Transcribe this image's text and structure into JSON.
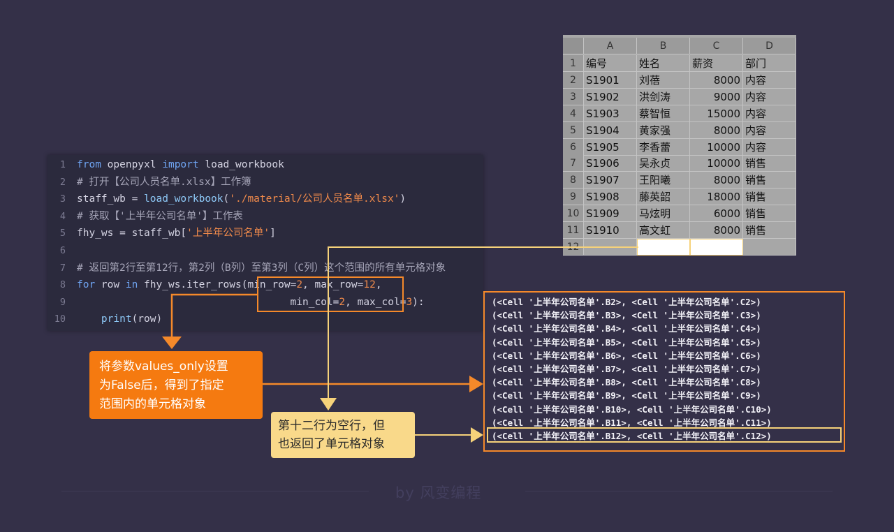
{
  "code": {
    "lines": [
      {
        "num": "1",
        "parts": [
          [
            "kw",
            "from"
          ],
          [
            "tx",
            " openpyxl "
          ],
          [
            "kw",
            "import"
          ],
          [
            "tx",
            " load_workbook"
          ]
        ]
      },
      {
        "num": "2",
        "parts": [
          [
            "cm",
            "# 打开【公司人员名单.xlsx】工作簿"
          ]
        ]
      },
      {
        "num": "3",
        "parts": [
          [
            "tx",
            "staff_wb = "
          ],
          [
            "fn",
            "load_workbook"
          ],
          [
            "tx",
            "("
          ],
          [
            "str",
            "'./material/公司人员名单.xlsx'"
          ],
          [
            "tx",
            ")"
          ]
        ]
      },
      {
        "num": "4",
        "parts": [
          [
            "cm",
            "# 获取【'上半年公司名单'】工作表"
          ]
        ]
      },
      {
        "num": "5",
        "parts": [
          [
            "tx",
            "fhy_ws = staff_wb["
          ],
          [
            "str",
            "'上半年公司名单'"
          ],
          [
            "tx",
            "]"
          ]
        ]
      },
      {
        "num": "6",
        "parts": []
      },
      {
        "num": "7",
        "parts": [
          [
            "cm",
            "# 返回第2行至第12行，第2列（B列）至第3列（C列）这个范围的所有单元格对象"
          ]
        ]
      },
      {
        "num": "8",
        "parts": [
          [
            "kw",
            "for"
          ],
          [
            "tx",
            " row "
          ],
          [
            "kw",
            "in"
          ],
          [
            "tx",
            " fhy_ws.iter_rows(min_row="
          ],
          [
            "num",
            "2"
          ],
          [
            "tx",
            ", max_row="
          ],
          [
            "num",
            "12"
          ],
          [
            "tx",
            ","
          ]
        ]
      },
      {
        "num": "9",
        "parts": [
          [
            "tx",
            "                                   min_col="
          ],
          [
            "num",
            "2"
          ],
          [
            "tx",
            ", max_col="
          ],
          [
            "num",
            "3"
          ],
          [
            "tx",
            "):"
          ]
        ]
      },
      {
        "num": "10",
        "parts": [
          [
            "tx",
            "    "
          ],
          [
            "fn",
            "print"
          ],
          [
            "tx",
            "(row)"
          ]
        ]
      }
    ]
  },
  "sheet": {
    "columns": [
      "A",
      "B",
      "C",
      "D"
    ],
    "rows": [
      {
        "n": "1",
        "a": "编号",
        "b": "姓名",
        "c": "薪资",
        "d": "部门"
      },
      {
        "n": "2",
        "a": "S1901",
        "b": "刘蓓",
        "c": "8000",
        "d": "内容"
      },
      {
        "n": "3",
        "a": "S1902",
        "b": "洪剑涛",
        "c": "9000",
        "d": "内容"
      },
      {
        "n": "4",
        "a": "S1903",
        "b": "蔡智恒",
        "c": "15000",
        "d": "内容"
      },
      {
        "n": "5",
        "a": "S1904",
        "b": "黄家强",
        "c": "8000",
        "d": "内容"
      },
      {
        "n": "6",
        "a": "S1905",
        "b": "李香蕾",
        "c": "10000",
        "d": "内容"
      },
      {
        "n": "7",
        "a": "S1906",
        "b": "吴永贞",
        "c": "10000",
        "d": "销售"
      },
      {
        "n": "8",
        "a": "S1907",
        "b": "王阳曦",
        "c": "8000",
        "d": "销售"
      },
      {
        "n": "9",
        "a": "S1908",
        "b": "藤英韶",
        "c": "18000",
        "d": "销售"
      },
      {
        "n": "10",
        "a": "S1909",
        "b": "马炫明",
        "c": "6000",
        "d": "销售"
      },
      {
        "n": "11",
        "a": "S1910",
        "b": "高文虹",
        "c": "8000",
        "d": "销售"
      },
      {
        "n": "12",
        "a": "",
        "b": "",
        "c": "",
        "d": ""
      }
    ]
  },
  "output": {
    "lines": [
      "(<Cell '上半年公司名单'.B2>, <Cell '上半年公司名单'.C2>)",
      "(<Cell '上半年公司名单'.B3>, <Cell '上半年公司名单'.C3>)",
      "(<Cell '上半年公司名单'.B4>, <Cell '上半年公司名单'.C4>)",
      "(<Cell '上半年公司名单'.B5>, <Cell '上半年公司名单'.C5>)",
      "(<Cell '上半年公司名单'.B6>, <Cell '上半年公司名单'.C6>)",
      "(<Cell '上半年公司名单'.B7>, <Cell '上半年公司名单'.C7>)",
      "(<Cell '上半年公司名单'.B8>, <Cell '上半年公司名单'.C8>)",
      "(<Cell '上半年公司名单'.B9>, <Cell '上半年公司名单'.C9>)",
      "(<Cell '上半年公司名单'.B10>, <Cell '上半年公司名单'.C10>)",
      "(<Cell '上半年公司名单'.B11>, <Cell '上半年公司名单'.C11>)",
      "(<Cell '上半年公司名单'.B12>, <Cell '上半年公司名单'.C12>)"
    ]
  },
  "callouts": {
    "orange": [
      "将参数values_only设置",
      "为False后，得到了指定",
      "范围内的单元格对象"
    ],
    "yellow": [
      "第十二行为空行，但",
      "也返回了单元格对象"
    ]
  },
  "watermark": "by 风变编程",
  "colors": {
    "background": "#343048",
    "orange": "#f5892a",
    "yellow": "#f6d27a"
  }
}
